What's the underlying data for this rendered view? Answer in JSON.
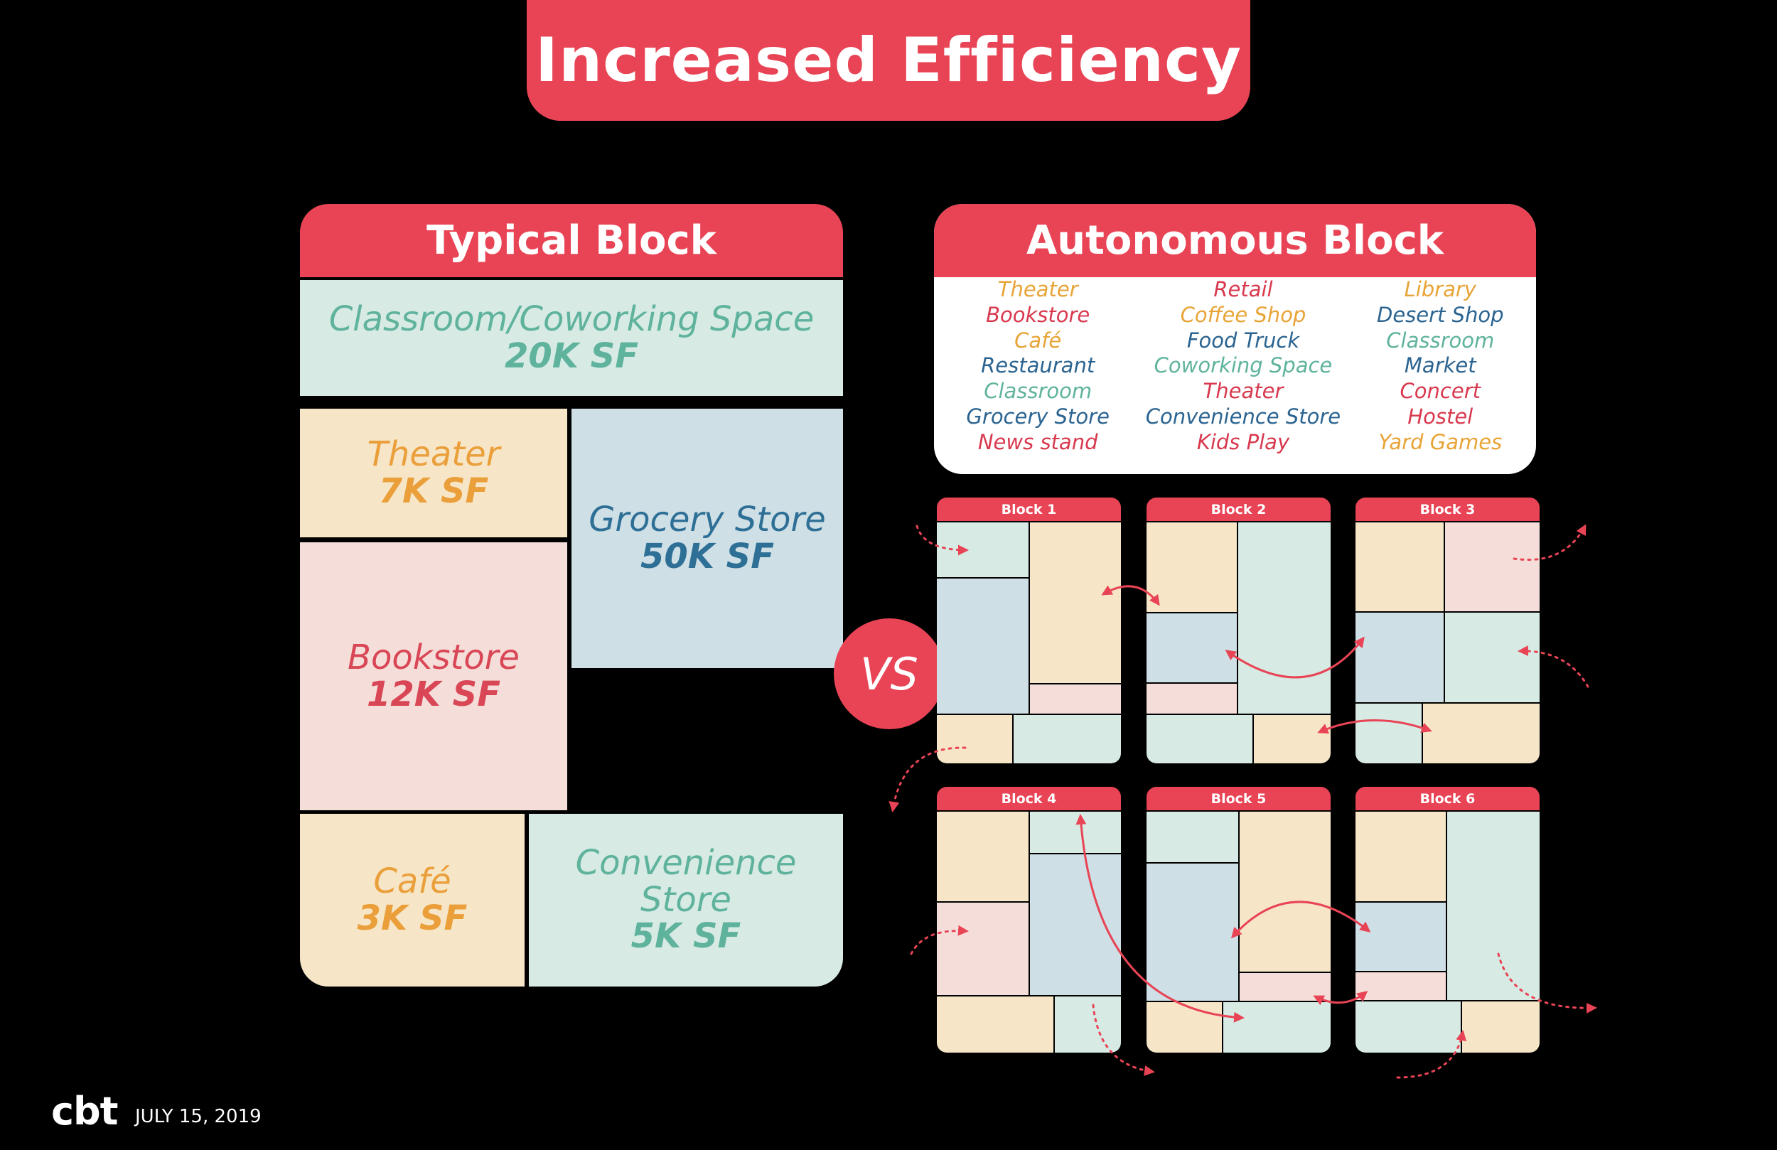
{
  "title": "Increased Efficiency",
  "colors": {
    "accent": "#e84455",
    "mint": "#d7eae4",
    "sand": "#f6e6c7",
    "rose": "#f5ded9",
    "blue": "#cfdfe6"
  },
  "typical": {
    "header": "Typical Block",
    "rooms": [
      {
        "name": "Classroom/Coworking Space",
        "size": "20K SF"
      },
      {
        "name": "Theater",
        "size": "7K SF"
      },
      {
        "name": "Grocery Store",
        "size": "50K SF"
      },
      {
        "name": "Bookstore",
        "size": "12K SF"
      },
      {
        "name": "Café",
        "size": "3K SF"
      },
      {
        "name": "Convenience Store",
        "size": "5K SF"
      }
    ]
  },
  "vs_label": "VS",
  "autonomous": {
    "header": "Autonomous Block",
    "uses": [
      [
        "Theater",
        "Bookstore",
        "Café",
        "Restaurant",
        "Classroom",
        "Grocery Store",
        "News stand"
      ],
      [
        "Retail",
        "Coffee Shop",
        "Food Truck",
        "Coworking Space",
        "Theater",
        "Convenience Store",
        "Kids Play"
      ],
      [
        "Library",
        "Desert Shop",
        "Classroom",
        "Market",
        "Concert",
        "Hostel",
        "Yard Games"
      ]
    ],
    "blocks": [
      "Block 1",
      "Block 2",
      "Block 3",
      "Block 4",
      "Block 5",
      "Block 6"
    ]
  },
  "footer": {
    "logo": "cbt",
    "date": "JULY 15, 2019"
  }
}
